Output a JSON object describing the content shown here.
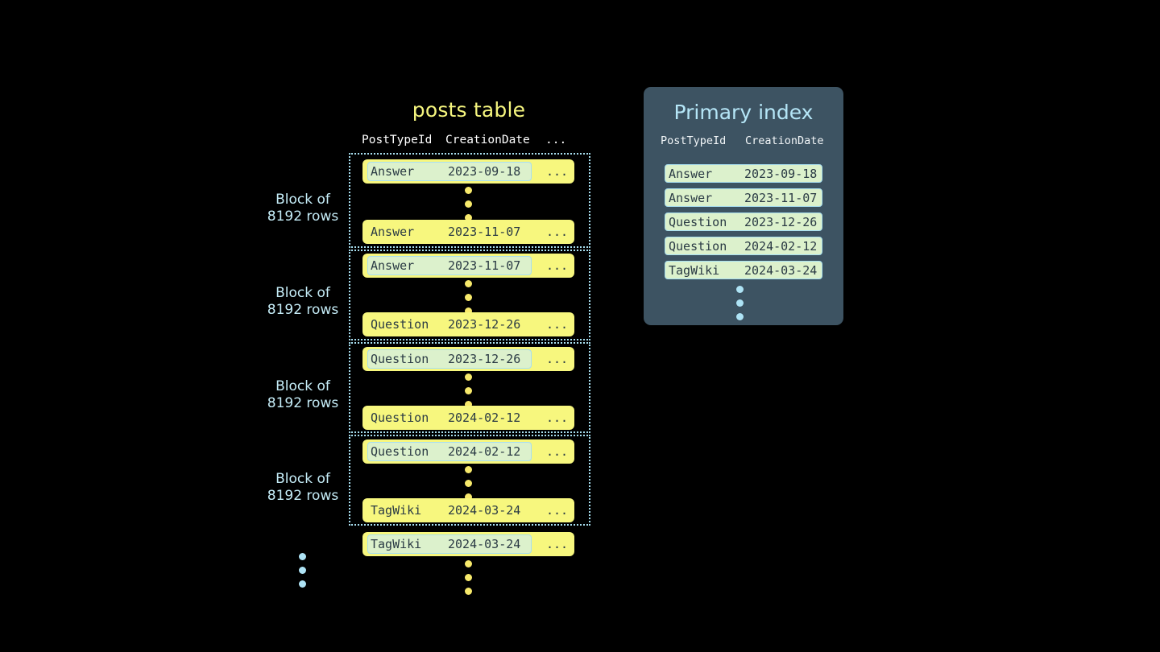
{
  "posts_table": {
    "title": "posts table",
    "columns": [
      "PostTypeId",
      "CreationDate",
      "..."
    ],
    "blocks": [
      {
        "label_line1": "Block of",
        "label_line2": "8192 rows",
        "first_row": {
          "post_type_id": "Answer",
          "creation_date": "2023-09-18",
          "ellipsis": "...",
          "highlighted": true
        },
        "last_row": {
          "post_type_id": "Answer",
          "creation_date": "2023-11-07",
          "ellipsis": "...",
          "highlighted": false
        }
      },
      {
        "label_line1": "Block of",
        "label_line2": "8192 rows",
        "first_row": {
          "post_type_id": "Answer",
          "creation_date": "2023-11-07",
          "ellipsis": "...",
          "highlighted": true
        },
        "last_row": {
          "post_type_id": "Question",
          "creation_date": "2023-12-26",
          "ellipsis": "...",
          "highlighted": false
        }
      },
      {
        "label_line1": "Block of",
        "label_line2": "8192 rows",
        "first_row": {
          "post_type_id": "Question",
          "creation_date": "2023-12-26",
          "ellipsis": "...",
          "highlighted": true
        },
        "last_row": {
          "post_type_id": "Question",
          "creation_date": "2024-02-12",
          "ellipsis": "...",
          "highlighted": false
        }
      },
      {
        "label_line1": "Block of",
        "label_line2": "8192 rows",
        "first_row": {
          "post_type_id": "Question",
          "creation_date": "2024-02-12",
          "ellipsis": "...",
          "highlighted": true
        },
        "last_row": {
          "post_type_id": "TagWiki",
          "creation_date": "2024-03-24",
          "ellipsis": "...",
          "highlighted": false
        }
      }
    ],
    "trailing_row": {
      "post_type_id": "TagWiki",
      "creation_date": "2024-03-24",
      "ellipsis": "...",
      "highlighted": true
    }
  },
  "primary_index": {
    "title": "Primary index",
    "columns": [
      "PostTypeId",
      "CreationDate"
    ],
    "entries": [
      {
        "post_type_id": "Answer",
        "creation_date": "2023-09-18"
      },
      {
        "post_type_id": "Answer",
        "creation_date": "2023-11-07"
      },
      {
        "post_type_id": "Question",
        "creation_date": "2023-12-26"
      },
      {
        "post_type_id": "Question",
        "creation_date": "2024-02-12"
      },
      {
        "post_type_id": "TagWiki",
        "creation_date": "2024-03-24"
      }
    ]
  },
  "colors": {
    "background": "#000000",
    "row_yellow": "#f7f77e",
    "highlight_mint": "#dcf1cc",
    "highlight_border": "#a8dff0",
    "panel_slate": "#3d5362",
    "title_yellow": "#f5f57e",
    "title_blue": "#b5e6f7",
    "label_blue": "#c5ecf7",
    "dot_yellow": "#f7e96b",
    "dot_blue": "#aee3f5",
    "text_dark": "#2a3a44"
  }
}
